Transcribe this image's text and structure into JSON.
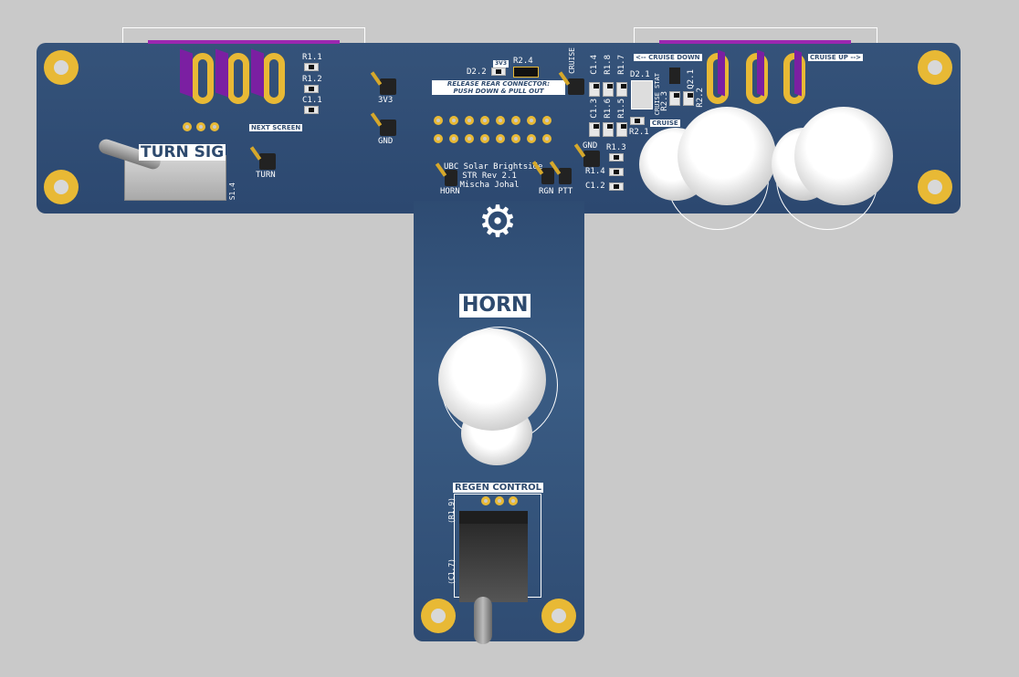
{
  "board": {
    "title_block": [
      "UBC Solar Brightside",
      "STR Rev 2.1",
      "Mischa Johal"
    ],
    "release_note": [
      "RELEASE REAR CONNECTOR:",
      "PUSH DOWN & PULL OUT"
    ],
    "turn_sig": "TURN SIG",
    "horn_big": "HORN",
    "regen_control": "REGEN CONTROL",
    "next_screen": "NEXT SCREEN",
    "cruise_down": "<-- CRUISE DOWN",
    "cruise_up": "CRUISE UP -->",
    "headers": {
      "v3": "3V3",
      "gnd": "GND",
      "turn": "TURN",
      "horn": "HORN",
      "rgn": "RGN",
      "ptt": "PTT",
      "cruise": "CRUISE",
      "gnd2": "GND"
    },
    "refs": {
      "r11": "R1.1",
      "r12": "R1.2",
      "c11": "C1.1",
      "s14": "S1.4",
      "d22": "D2.2",
      "d22v": "3V3",
      "r24": "R2.4",
      "c14": "C1.4",
      "r18": "R1.8",
      "r17": "R1.7",
      "c13": "C1.3",
      "r16": "R1.6",
      "r15": "R1.5",
      "d21": "D2.1",
      "cruise_stat": "CRUISE STAT",
      "q21": "Q2.1",
      "r23": "R2.3",
      "r22": "R2.2",
      "r21": "R2.1",
      "cruise_btn": "CRUISE",
      "r13": "R1.3",
      "r14": "R1.4",
      "c12": "C1.2",
      "r19": "(R1.9)",
      "c17": "(C1.7)"
    }
  },
  "colors": {
    "board": "#2e4a6e",
    "gold": "#e8b935",
    "connector": "#7b1fa2",
    "background": "#c9c9c9"
  }
}
